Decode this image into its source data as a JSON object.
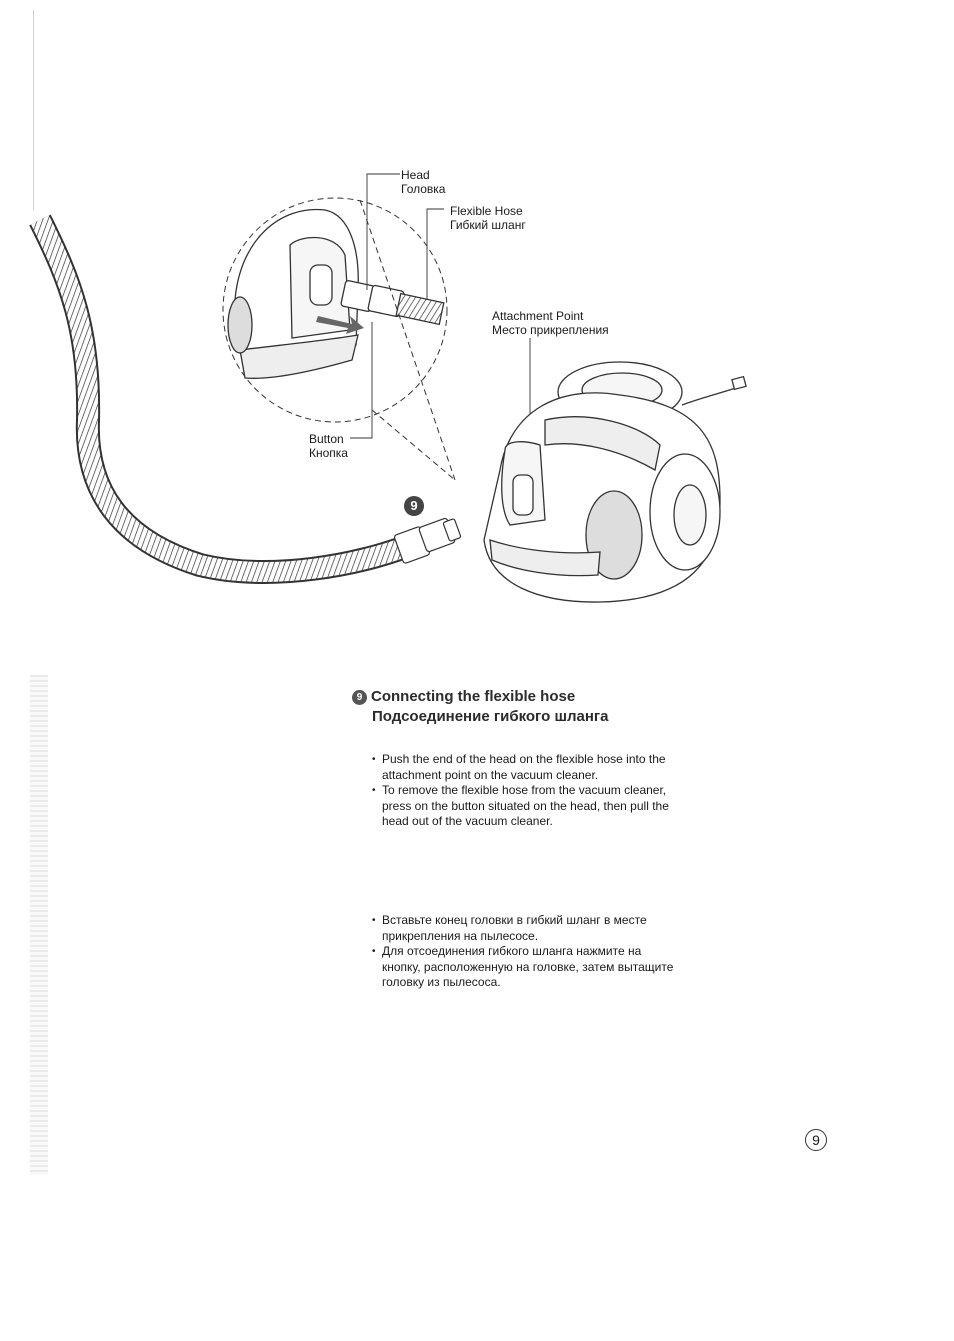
{
  "figure": {
    "step_marker": "9",
    "labels": {
      "head": [
        "Head",
        "Головка"
      ],
      "flexible_hose": [
        "Flexible Hose",
        "Гибкий шланг"
      ],
      "attachment_point": [
        "Attachment Point",
        "Место прикрепления"
      ],
      "button": [
        "Button",
        "Кнопка"
      ]
    }
  },
  "section": {
    "number": "9",
    "title_en": "Connecting the flexible hose",
    "title_ru": "Подсоединение гибкого шланга",
    "instructions_en": [
      "Push the end of the head on the flexible hose into the attachment point on the vacuum cleaner.",
      "To remove the flexible hose from the vacuum cleaner, press on the button situated on the head, then pull the head out of the vacuum cleaner."
    ],
    "instructions_ru": [
      "Вставьте конец головки в гибкий шланг в месте прикрепления на пылесосе.",
      "Для отсоединения гибкого шланга нажмите на кнопку, расположенную на головке, затем вытащите головку из пылесоса."
    ]
  },
  "page_number": "9"
}
